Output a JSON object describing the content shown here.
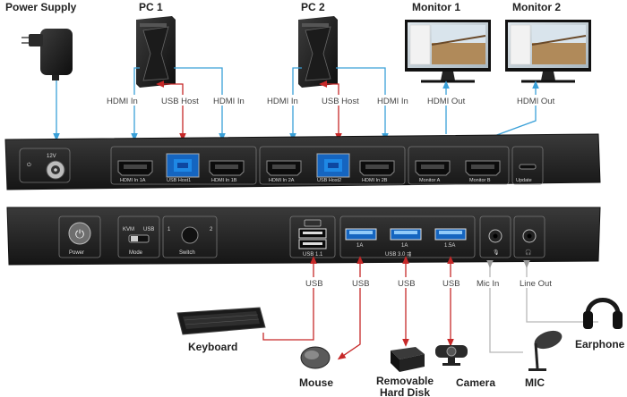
{
  "devices": {
    "power_supply": "Power Supply",
    "pc1": "PC 1",
    "pc2": "PC 2",
    "monitor1": "Monitor 1",
    "monitor2": "Monitor 2",
    "keyboard": "Keyboard",
    "mouse": "Mouse",
    "removable_disk_line1": "Removable",
    "removable_disk_line2": "Hard Disk",
    "camera": "Camera",
    "mic": "MIC",
    "earphone": "Earphone"
  },
  "wires": {
    "pc1_hdmi_in_a": "HDMI In",
    "pc1_usb_host": "USB Host",
    "pc1_hdmi_in_b": "HDMI In",
    "pc2_hdmi_in_a": "HDMI In",
    "pc2_usb_host": "USB Host",
    "pc2_hdmi_in_b": "HDMI In",
    "mon1_hdmi_out": "HDMI Out",
    "mon2_hdmi_out": "HDMI Out",
    "usb_kbd": "USB",
    "usb_mouse": "USB",
    "usb_disk": "USB",
    "usb_cam": "USB",
    "mic_in": "Mic In",
    "line_out": "Line Out"
  },
  "back_panel": {
    "dc_label": "12V",
    "hdmi_in_1a": "HDMI In 1A",
    "usb_host1": "USB Host1",
    "hdmi_in_1b": "HDMI In 1B",
    "hdmi_in_2a": "HDMI In 2A",
    "usb_host2": "USB Host2",
    "hdmi_in_2b": "HDMI In 2B",
    "monitor_a": "Monitor A",
    "monitor_b": "Monitor B",
    "update": "Update"
  },
  "front_panel": {
    "power": "Power",
    "mode_kvm": "KVM",
    "mode_usb": "USB",
    "mode": "Mode",
    "switch_1": "1",
    "switch_2": "2",
    "switch": "Switch",
    "usb_1_1": "USB 1.1",
    "usb_3_0": "USB 3.0",
    "port_1a_a": "1A",
    "port_1a_b": "1A",
    "port_1_5a": "1.5A"
  },
  "colors": {
    "video": "#3aa0d8",
    "usb": "#c62828",
    "audio": "#b8b8b8",
    "panel": "#2a2a2a"
  }
}
